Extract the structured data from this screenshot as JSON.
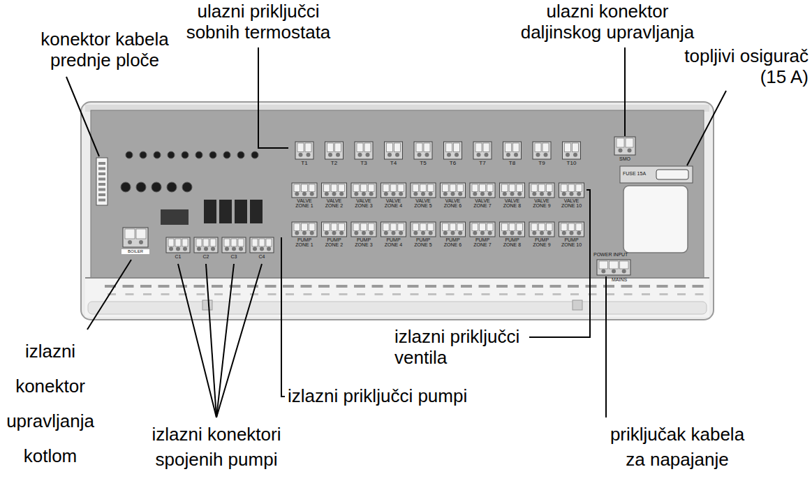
{
  "diagram": {
    "labels": [
      "ulazni priključci sobnih termostata",
      "ulazni konektor daljinskog upravljanja",
      "konektor kabela prednje ploče",
      "topljivi osigurač (15 A)",
      "izlazni priključci ventila",
      "izlazni priključci pumpi",
      "izlazni konektor upravljanja kotlom",
      "izlazni konektori spojenih pumpi",
      "priključak kabela za napajanje",
      "T1",
      "T2",
      "T3",
      "T4",
      "T5",
      "T6",
      "T7",
      "T8",
      "T9",
      "T10",
      "C1",
      "C2",
      "C3",
      "C4",
      "BOILER",
      "FUSE 15A",
      "POWER INPUT",
      "MAINS",
      "VALVE ZONE 1",
      "VALVE ZONE 2",
      "VALVE ZONE 3",
      "VALVE ZONE 4",
      "VALVE ZONE 5",
      "VALVE ZONE 6",
      "VALVE ZONE 7",
      "VALVE ZONE 8",
      "VALVE ZONE 9",
      "VALVE ZONE 10",
      "PUMP ZONE 1",
      "PUMP ZONE 2",
      "PUMP ZONE 3",
      "PUMP ZONE 4",
      "PUMP ZONE 5",
      "PUMP ZONE 6",
      "PUMP ZONE 7",
      "PUMP ZONE 8",
      "PUMP ZONE 9",
      "PUMP ZONE 10",
      "SMO"
    ]
  }
}
